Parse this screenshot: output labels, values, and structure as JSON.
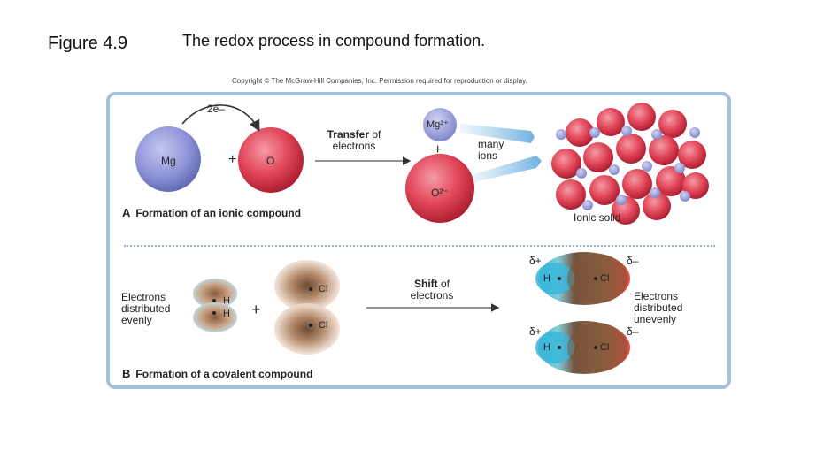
{
  "header": {
    "figure_number": "Figure 4.9",
    "title": "The redox process in compound formation.",
    "copyright": "Copyright © The McGraw-Hill Companies, Inc. Permission required for reproduction or display."
  },
  "panel_a": {
    "electrons_label": "2e–",
    "mg_label": "Mg",
    "plus": "+",
    "o_label": "O",
    "transfer_bold": "Transfer",
    "transfer_rest": " of",
    "transfer_line2": "electrons",
    "mg_ion_label": "Mg²⁺",
    "plus2": "+",
    "o_ion_label": "O²⁻",
    "many_ions_line1": "many",
    "many_ions_line2": "ions",
    "ionic_solid_label": "Ionic solid",
    "section_letter": "A",
    "section_title": "Formation of an ionic compound"
  },
  "panel_b": {
    "even_line1": "Electrons",
    "even_line2": "distributed",
    "even_line3": "evenly",
    "h_label": "H",
    "plus": "+",
    "cl_label": "Cl",
    "shift_bold": "Shift",
    "shift_rest": " of",
    "shift_line2": "electrons",
    "delta_plus": "δ+",
    "delta_minus": "δ–",
    "uneven_line1": "Electrons",
    "uneven_line2": "distributed",
    "uneven_line3": "unevenly",
    "section_letter": "B",
    "section_title": "Formation of a covalent compound"
  },
  "colors": {
    "panel_border": "#a6c1db",
    "mg_blue": "#8d93d6",
    "oxygen_red": "#e04457",
    "hydrogen_cyan": "#3fb6d6",
    "chlorine_red": "#e2453a",
    "electron_brown": "#7a5236",
    "arrow_blue": "#8fc4ea"
  }
}
